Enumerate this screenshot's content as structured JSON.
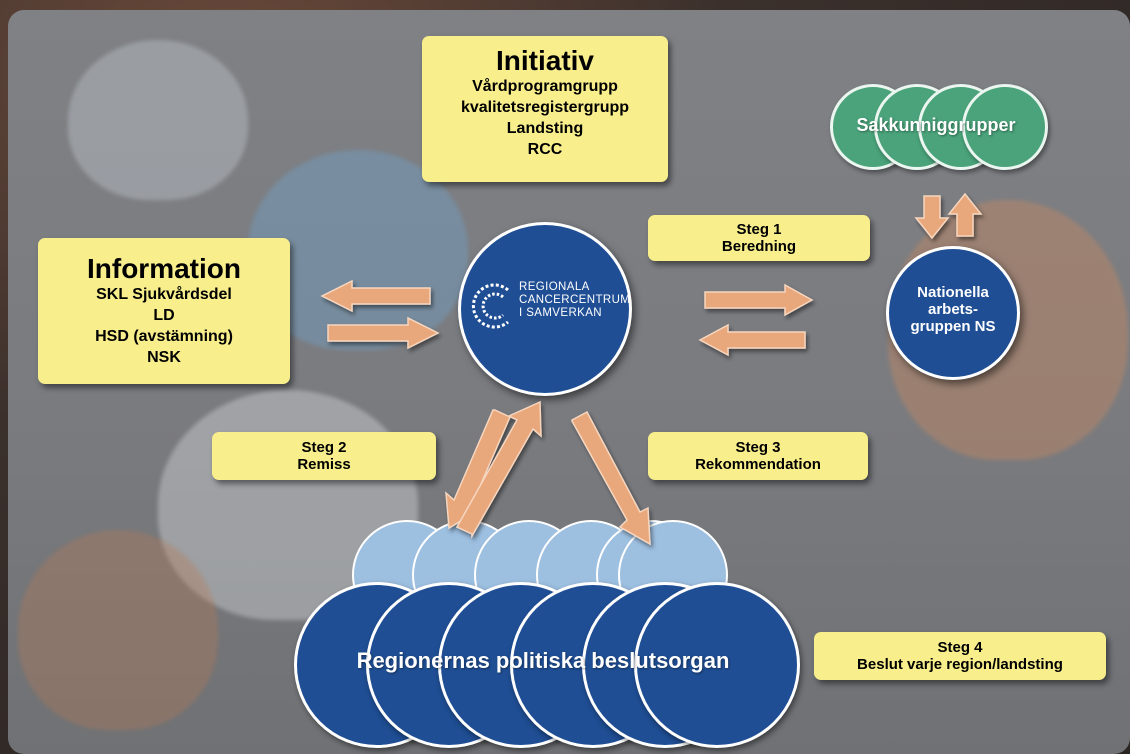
{
  "initiative": {
    "title": "Initiativ",
    "lines": [
      "Vårdprogramgrupp",
      "kvalitetsregistergrupp",
      "Landsting",
      "RCC"
    ]
  },
  "information": {
    "title": "Information",
    "lines": [
      "SKL Sjukvårdsdel",
      "LD",
      "HSD (avstämning)",
      "NSK"
    ]
  },
  "center": {
    "lines": [
      "REGIONALA",
      "CANCERCENTRUM",
      "I SAMVERKAN"
    ]
  },
  "expert_groups": {
    "label": "Sakkunniggrupper"
  },
  "national_group": {
    "lines": [
      "Nationella",
      "arbets-",
      "gruppen NS"
    ]
  },
  "regions": {
    "label": "Regionernas politiska beslutsorgan"
  },
  "steps": [
    {
      "title": "Steg 1",
      "text": "Beredning"
    },
    {
      "title": "Steg 2",
      "text": "Remiss"
    },
    {
      "title": "Steg 3",
      "text": "Rekommendation"
    },
    {
      "title": "Steg 4",
      "text": "Beslut varje region/landsting"
    }
  ],
  "colors": {
    "box_fill": "#f8ef8c",
    "blue": "#1f4e94",
    "green": "#4aa37a",
    "arrow": "#e9a87c"
  }
}
